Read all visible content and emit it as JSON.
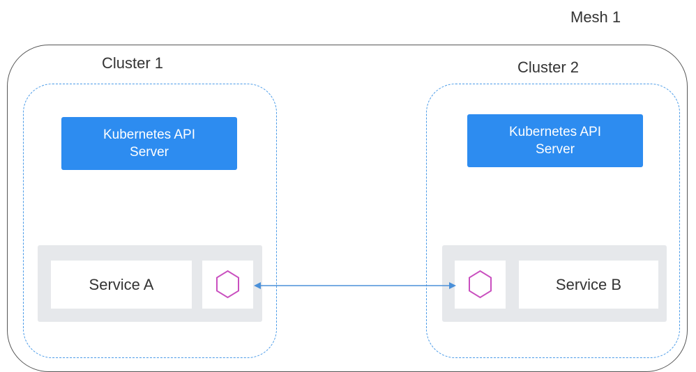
{
  "mesh": {
    "label": "Mesh 1"
  },
  "clusters": [
    {
      "label": "Cluster 1",
      "api_server": "Kubernetes API Server",
      "service": "Service A"
    },
    {
      "label": "Cluster 2",
      "api_server": "Kubernetes API Server",
      "service": "Service B"
    }
  ],
  "colors": {
    "mesh_border": "#555555",
    "cluster_border": "#4a9be8",
    "api_server_fill": "#2d8cf0",
    "pod_fill": "#e6e8eb",
    "sidecar_icon": "#c94fbf",
    "connection": "#4a90d9"
  },
  "icons": {
    "sidecar": "hexagon-icon"
  }
}
